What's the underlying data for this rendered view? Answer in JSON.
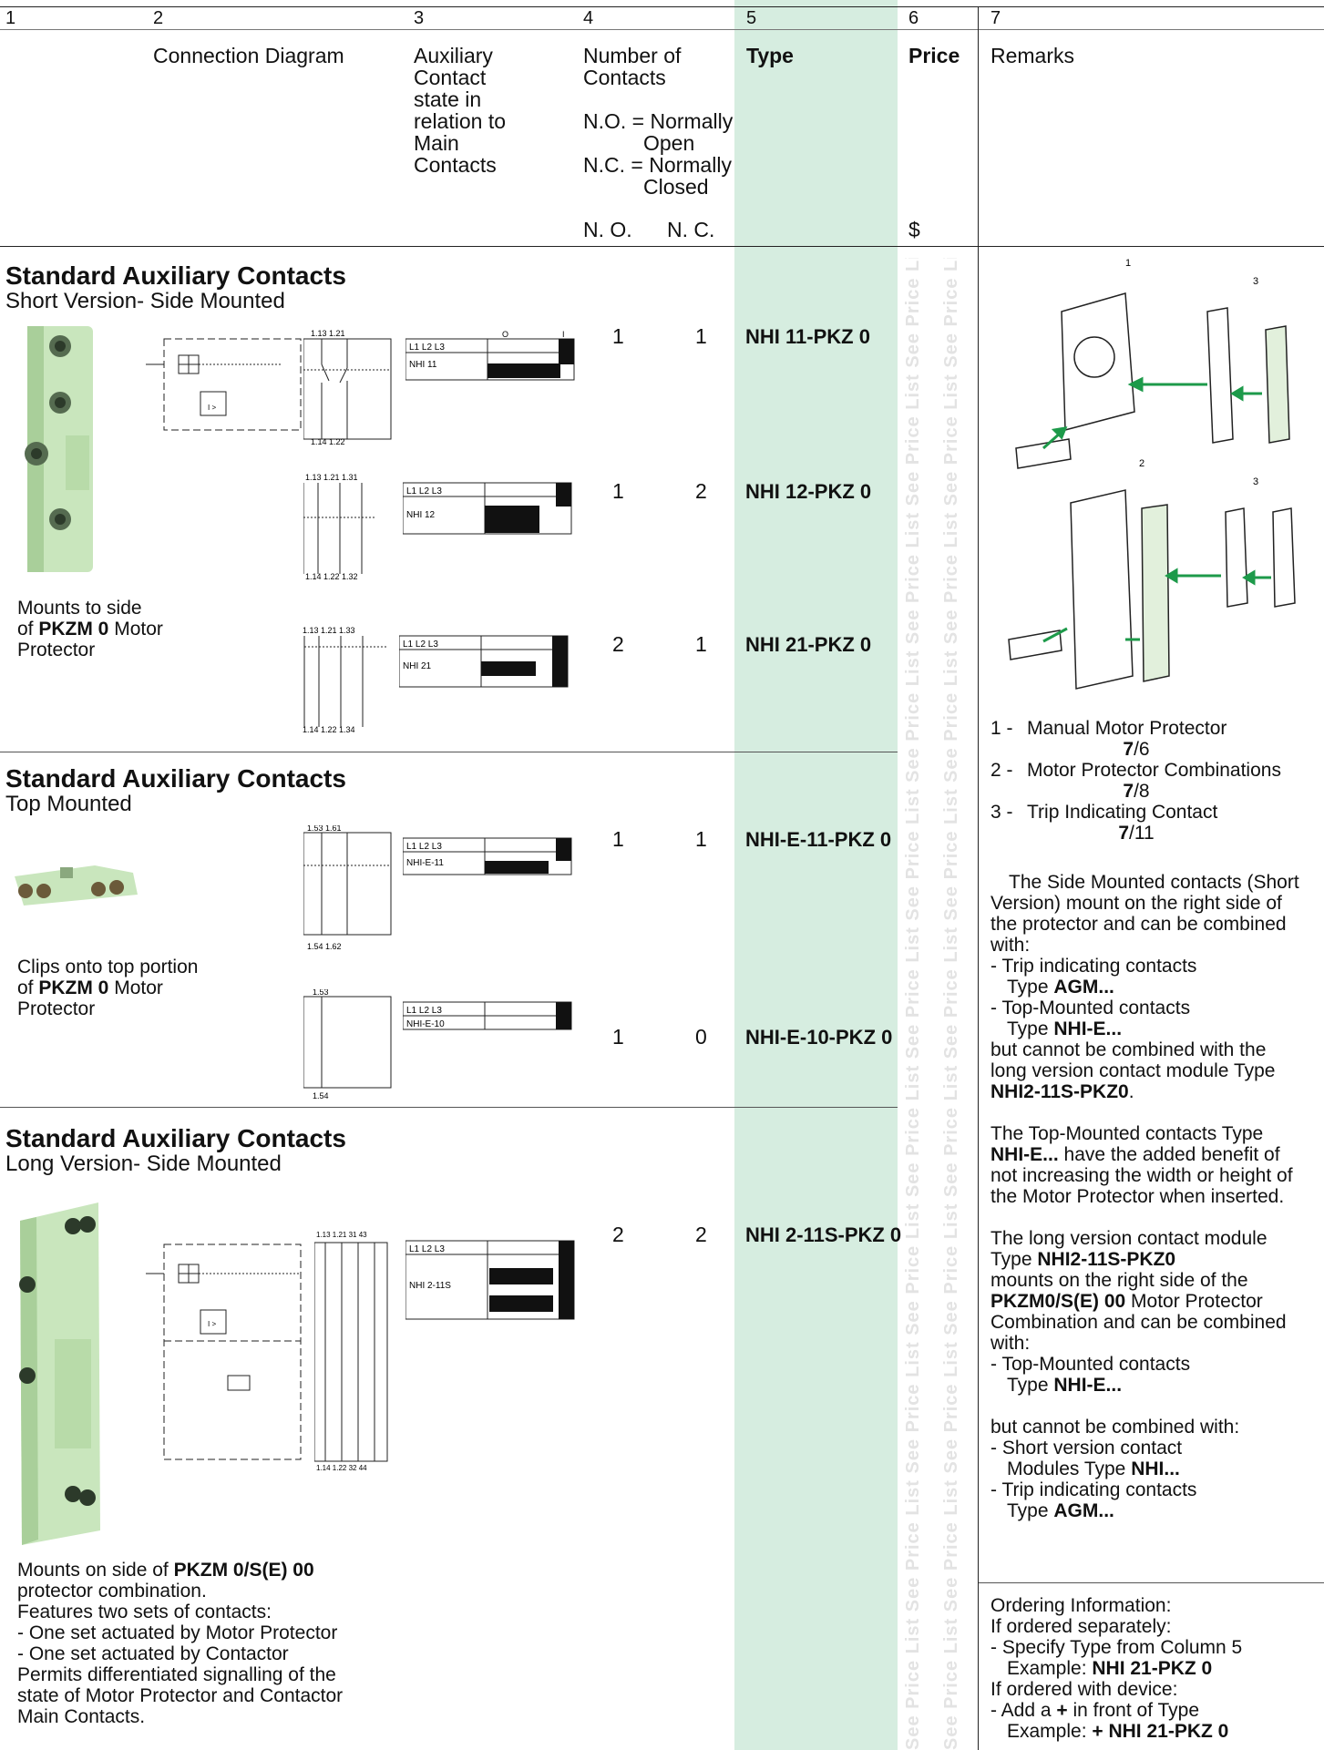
{
  "columns": {
    "numbers": [
      "1",
      "2",
      "3",
      "4",
      "5",
      "6",
      "7"
    ],
    "c2": "Connection Diagram",
    "c3": [
      "Auxiliary",
      "Contact",
      "state in",
      "relation to",
      "Main",
      "Contacts"
    ],
    "c4": [
      "Number of",
      "Contacts",
      "",
      "N.O. = Normally",
      "Open",
      "N.C. = Normally",
      "Closed"
    ],
    "c4_no": "N. O.",
    "c4_nc": "N. C.",
    "c5": "Type",
    "c6": "Price",
    "c6_unit": "$",
    "c7": "Remarks"
  },
  "watermark": "See Price List See Price List See Price List See Price List See Price List See Price List See Price List See Price List See Price List See Price List See Price List See Price List",
  "sections": [
    {
      "title": "Standard Auxiliary Contacts",
      "subtitle": "Short Version- Side Mounted",
      "desc": [
        "Mounts to side",
        "of PKZM 0 Motor",
        "Protector"
      ]
    },
    {
      "title": "Standard Auxiliary Contacts",
      "subtitle": "Top Mounted",
      "desc": [
        "Clips onto top portion",
        "of PKZM 0 Motor",
        "Protector"
      ]
    },
    {
      "title": "Standard Auxiliary Contacts",
      "subtitle": "Long Version- Side Mounted",
      "desc": [
        "Mounts on side of PKZM 0/S(E) 00",
        "protector combination.",
        "Features two sets of contacts:",
        "- One set actuated by Motor Protector",
        "- One set actuated by Contactor",
        "Permits differentiated signalling of the",
        "state of Motor Protector and Contactor",
        "Main Contacts."
      ]
    }
  ],
  "rows": [
    {
      "no": "1",
      "nc": "1",
      "type": "NHI 11-PKZ 0",
      "label": "NHI 11",
      "terms_top": "1.13  1.21",
      "terms_bot": "1.14    1.22"
    },
    {
      "no": "1",
      "nc": "2",
      "type": "NHI 12-PKZ 0",
      "label": "NHI 12",
      "terms_top": "1.13  1.21  1.31",
      "terms_bot": "1.14  1.22  1.32"
    },
    {
      "no": "2",
      "nc": "1",
      "type": "NHI 21-PKZ 0",
      "label": "NHI 21",
      "terms_top": "1.13  1.21  1.33",
      "terms_bot": "1.14  1.22  1.34"
    },
    {
      "no": "1",
      "nc": "1",
      "type": "NHI-E-11-PKZ 0",
      "label": "NHI-E-11",
      "terms_top": "1.53    1.61",
      "terms_bot": "1.54    1.62"
    },
    {
      "no": "1",
      "nc": "0",
      "type": "NHI-E-10-PKZ 0",
      "label": "NHI-E-10",
      "terms_top": "1.53",
      "terms_bot": "1.54"
    },
    {
      "no": "2",
      "nc": "2",
      "type": "NHI 2-11S-PKZ 0",
      "label": "NHI 2-11S",
      "terms_top": "1.13  1.21   31   43",
      "terms_bot": "1.14  1.22   32   44"
    }
  ],
  "diagram_text": {
    "l123": "L1 L2 L3",
    "o": "O",
    "i": "I",
    "ir": "I >"
  },
  "figure_labels": [
    "1",
    "2",
    "3",
    "3"
  ],
  "legend": [
    {
      "n": "1 -",
      "text": "Manual Motor Protector",
      "ref_b": "7",
      "ref": "/6"
    },
    {
      "n": "2 -",
      "text": "Motor Protector Combinations",
      "ref_b": "7",
      "ref": "/8"
    },
    {
      "n": "3 -",
      "text": "Trip Indicating Contact",
      "ref_b": "7",
      "ref": "/11"
    }
  ],
  "remarks": {
    "p1": [
      "The Side Mounted contacts (Short",
      "Version) mount on the right side of",
      "the protector and can be combined",
      "with:"
    ],
    "p1_items": [
      [
        "- Trip indicating contacts",
        "  Type ",
        "AGM..."
      ],
      [
        "- Top-Mounted contacts",
        "  Type ",
        "NHI-E..."
      ]
    ],
    "p1_tail": [
      "but cannot be combined with the",
      "long version contact module Type"
    ],
    "p1_tail_b": "NHI2-11S-PKZ0",
    "p2_pre": "The Top-Mounted contacts Type",
    "p2_b": "NHI-E...",
    "p2_rest": [
      "have the added benefit of",
      "not increasing the width or height of",
      "the Motor Protector when inserted."
    ],
    "p3": [
      "The long version contact module",
      "Type ",
      "NHI2-11S-PKZ0",
      "mounts on the right side of the",
      "PKZM0/S(E) 00",
      " Motor Protector",
      "Combination and can be combined",
      "with:",
      "- Top-Mounted contacts",
      "  Type ",
      "NHI-E..."
    ],
    "p4": [
      "but cannot be combined with:",
      "- Short version contact",
      "  Modules Type ",
      "NHI...",
      "- Trip indicating contacts",
      "  Type ",
      "AGM..."
    ],
    "ordering": [
      "Ordering Information:",
      "If ordered separately:",
      "- Specify Type from Column 5",
      "  Example: ",
      "NHI 21-PKZ 0",
      "If ordered with device:",
      "- Add a ",
      "+",
      " in front of Type",
      "  Example: ",
      "+ NHI 21-PKZ 0"
    ]
  }
}
